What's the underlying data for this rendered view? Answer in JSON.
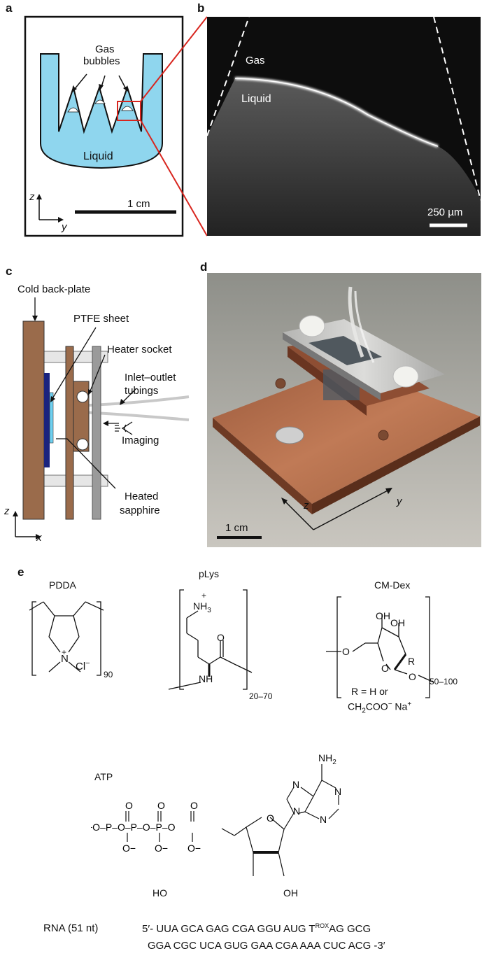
{
  "panel_labels": {
    "a": "a",
    "b": "b",
    "c": "c",
    "d": "d",
    "e": "e"
  },
  "panel_a": {
    "gas_bubbles_line1": "Gas",
    "gas_bubbles_line2": "bubbles",
    "liquid": "Liquid",
    "scale": "1 cm",
    "axis_z": "z",
    "axis_y": "y"
  },
  "panel_b": {
    "gas": "Gas",
    "liquid": "Liquid",
    "scale": "250 µm"
  },
  "panel_c": {
    "cold_back_plate": "Cold back-plate",
    "ptfe_sheet": "PTFE sheet",
    "heater_socket": "Heater socket",
    "inlet_outlet_line1": "Inlet–outlet",
    "inlet_outlet_line2": "tubings",
    "imaging": "Imaging",
    "heated_line1": "Heated",
    "heated_line2": "sapphire",
    "axis_z": "z",
    "axis_x": "x",
    "colors": {
      "copper": "#9a6b4b",
      "sapphire_dark": "#1a237e",
      "sapphire_light": "#6fd0f0",
      "steel": "#9a9a9a"
    }
  },
  "panel_d": {
    "scale": "1 cm",
    "axis_z": "z",
    "axis_y": "y"
  },
  "panel_e": {
    "pdda": "PDDA",
    "pdda_cl": "Cl",
    "pdda_n": "N",
    "pdda_sub": "90",
    "plys": "pLys",
    "plys_nh3": "NH",
    "plys_nh": "NH",
    "plys_o": "O",
    "plys_sub": "20–70",
    "cmdex": "CM-Dex",
    "cmdex_oh": "OH",
    "cmdex_o": "O",
    "cmdex_r": "R",
    "cmdex_sub": "50–100",
    "cmdex_note_line1": "R = H or",
    "cmdex_note_line2_a": "CH",
    "cmdex_note_line2_b": "COO",
    "cmdex_note_line2_c": "Na",
    "atp": "ATP",
    "atp_nh2": "NH",
    "atp_ho": "HO",
    "atp_oh": "OH",
    "rna_label": "RNA (51 nt)",
    "rna_line1_a": "5′- UUA GCA GAG CGA GGU AUG T",
    "rna_line1_sup": "ROX",
    "rna_line1_b": "AG GCG",
    "rna_line2": "GGA CGC UCA GUG GAA CGA AAA CUC ACG -3′"
  }
}
